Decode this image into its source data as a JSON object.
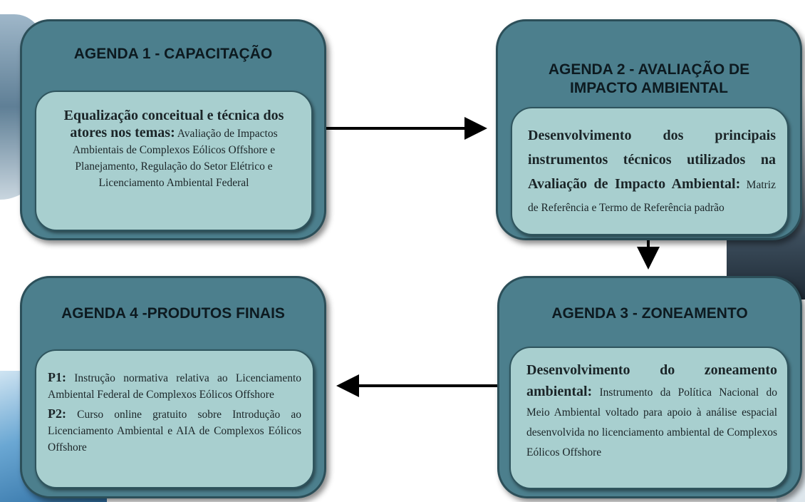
{
  "agendas": [
    {
      "title": "AGENDA 1 - CAPACITAÇÃO",
      "lead": "Equalização conceitual e técnica dos atores nos temas:",
      "body": "Avaliação de Impactos Ambientais de Complexos Eólicos Offshore e Planejamento, Regulação do Setor Elétrico e Licenciamento Ambiental Federal"
    },
    {
      "title_line1": "AGENDA 2 - AVALIAÇÃO DE",
      "title_line2": "IMPACTO AMBIENTAL",
      "lead": "Desenvolvimento dos principais instrumentos técnicos utilizados na Avaliação de Impacto Ambiental:",
      "body": "Matriz de Referência e Termo de Referência padrão"
    },
    {
      "title": "AGENDA 3 - ZONEAMENTO",
      "lead": "Desenvolvimento do zoneamento ambiental:",
      "body": "Instrumento da Política Nacional do Meio Ambiental voltado para apoio à análise espacial desenvolvida no licenciamento ambiental de Complexos Eólicos Offshore"
    },
    {
      "title": "AGENDA 4 -PRODUTOS FINAIS",
      "items": [
        {
          "label": "P1:",
          "text": "Instrução normativa relativa ao Licenciamento Ambiental Federal de Complexos Eólicos Offshore"
        },
        {
          "label": "P2:",
          "text": "Curso online gratuito sobre Introdução ao Licenciamento Ambiental e AIA de Complexos Eólicos Offshore"
        }
      ]
    }
  ],
  "colors": {
    "outer_box": "#4c7f8d",
    "inner_box": "#a8cfcf",
    "arrow": "#000000"
  }
}
